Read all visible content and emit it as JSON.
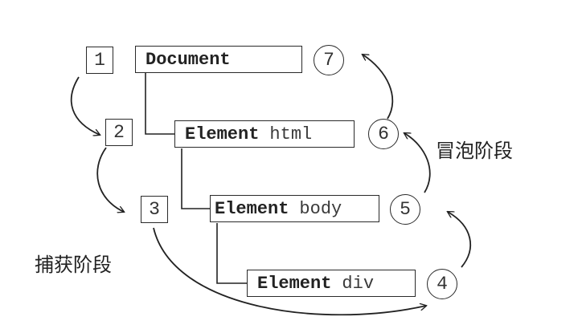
{
  "nodes": {
    "document": {
      "kind": "Document",
      "tag": ""
    },
    "html": {
      "kind": "Element",
      "tag": "html"
    },
    "body": {
      "kind": "Element",
      "tag": "body"
    },
    "div": {
      "kind": "Element",
      "tag": "div"
    }
  },
  "capture_steps": [
    "1",
    "2",
    "3"
  ],
  "bubble_steps": [
    "4",
    "5",
    "6",
    "7"
  ],
  "phases": {
    "capture": "捕获阶段",
    "bubble": "冒泡阶段"
  }
}
